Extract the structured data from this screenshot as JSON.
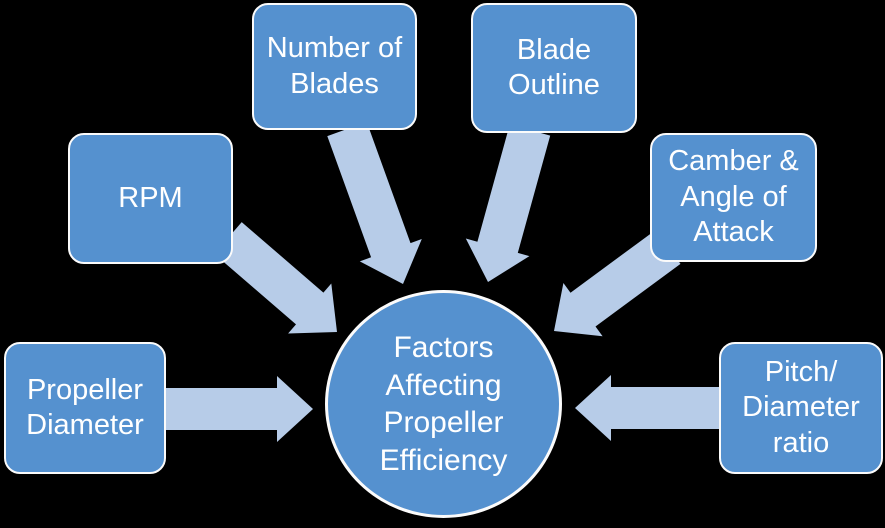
{
  "diagram": {
    "center": {
      "label": "Factors\nAffecting\nPropeller\nEfficiency"
    },
    "factors": [
      {
        "id": "propeller-diameter",
        "label": "Propeller\nDiameter"
      },
      {
        "id": "rpm",
        "label": "RPM"
      },
      {
        "id": "number-of-blades",
        "label": "Number of\nBlades"
      },
      {
        "id": "blade-outline",
        "label": "Blade\nOutline"
      },
      {
        "id": "camber-angle-of-attack",
        "label": "Camber &\nAngle of\nAttack"
      },
      {
        "id": "pitch-diameter-ratio",
        "label": "Pitch/\nDiameter\nratio"
      }
    ],
    "colors": {
      "background": "#000000",
      "node_fill": "#5591cf",
      "node_border": "#fbfbfb",
      "arrow_fill": "#b7cce8",
      "text": "#ffffff"
    }
  }
}
